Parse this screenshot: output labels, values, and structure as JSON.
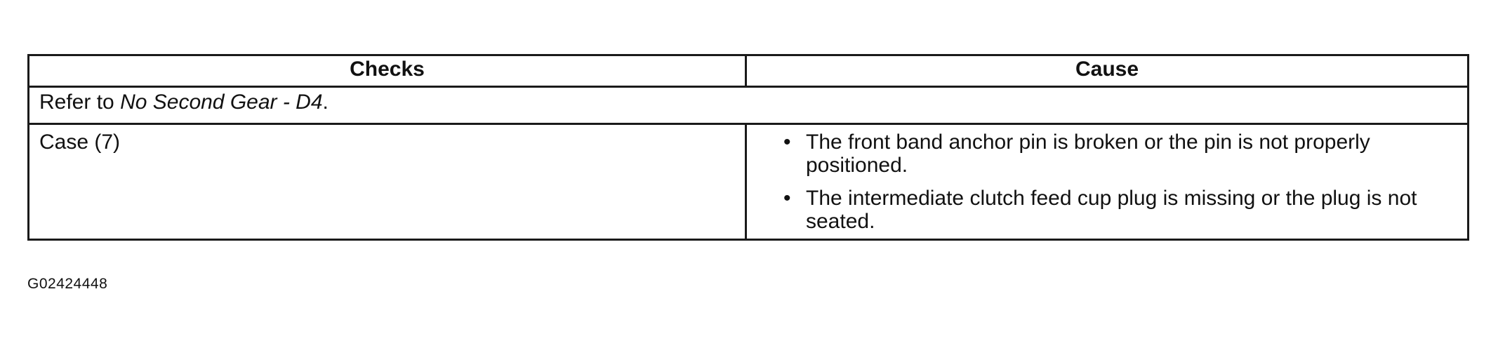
{
  "table": {
    "headers": [
      "Checks",
      "Cause"
    ],
    "refer": {
      "prefix": "Refer to ",
      "link": "No Second Gear - D4",
      "suffix": "."
    },
    "rows": [
      {
        "check": "Case (7)",
        "causes": [
          "The front band anchor pin is broken or the pin is not properly positioned.",
          "The intermediate clutch feed cup plug is missing or the plug is not seated."
        ]
      }
    ]
  },
  "figure_id": "G02424448"
}
